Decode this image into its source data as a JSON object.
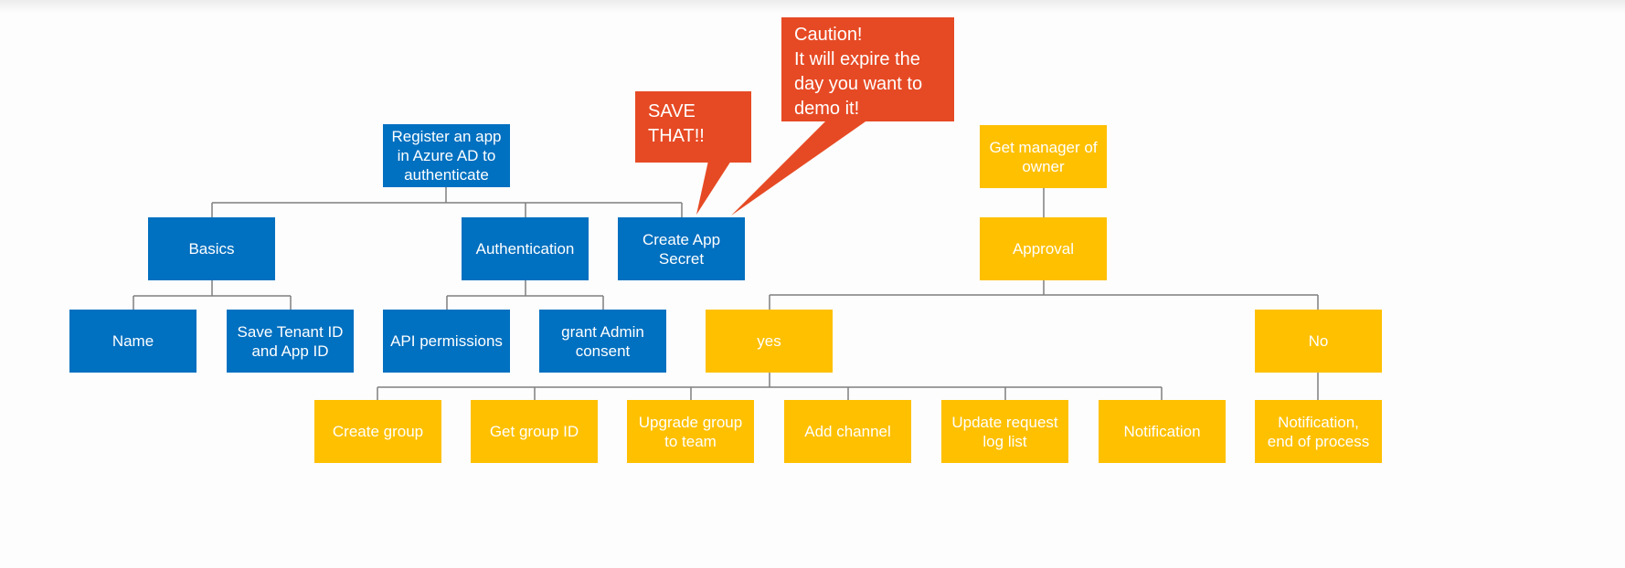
{
  "colors": {
    "blue": "#0070c0",
    "gold": "#ffc000",
    "callout": "#e64a24",
    "connector": "#7f7f7f"
  },
  "nodes": {
    "register": "Register an app\nin Azure AD to\nauthenticate",
    "basics": "Basics",
    "authentication": "Authentication",
    "create_secret": "Create App\nSecret",
    "name": "Name",
    "save_ids": "Save Tenant ID\nand App ID",
    "api_permissions": "API permissions",
    "grant_consent": "grant Admin\nconsent",
    "get_manager": "Get manager of\nowner",
    "approval": "Approval",
    "yes": "yes",
    "no": "No",
    "create_group": "Create group",
    "get_group_id": "Get group ID",
    "upgrade_group": "Upgrade group\nto team",
    "add_channel": "Add channel",
    "update_log": "Update request\nlog list",
    "notification": "Notification",
    "notification_end": "Notification,\nend of process"
  },
  "callouts": {
    "save": "SAVE\nTHAT!!",
    "caution": "Caution!\nIt will expire the\nday you want to\ndemo it!"
  }
}
